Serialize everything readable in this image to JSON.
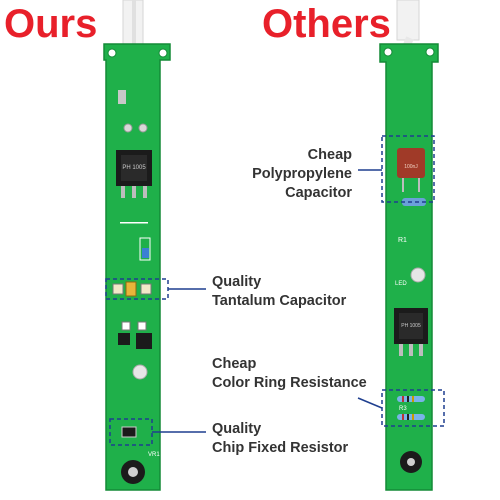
{
  "headings": {
    "ours": "Ours",
    "others": "Others"
  },
  "labels": {
    "cheap_capacitor": [
      "Cheap",
      "Polypropylene",
      "Capacitor"
    ],
    "tantalum": [
      "Quality",
      "Tantalum Capacitor"
    ],
    "resistance": [
      "Cheap",
      "Color Ring Resistance"
    ],
    "chip_resistor": [
      "Quality",
      "Chip Fixed Resistor"
    ]
  },
  "board_markings": {
    "ours_ic": "PH 1005",
    "ours_vr": "VR1",
    "others_ic": "PH 1005",
    "others_cap": "100nJ",
    "others_r": "R1",
    "others_led": "LED",
    "others_r3": "R3"
  },
  "colors": {
    "heading": "#e8202a",
    "pcb": "#1fb04a",
    "pcb_dark": "#138a37",
    "callout": "#1f3f8f",
    "text": "#333333"
  }
}
